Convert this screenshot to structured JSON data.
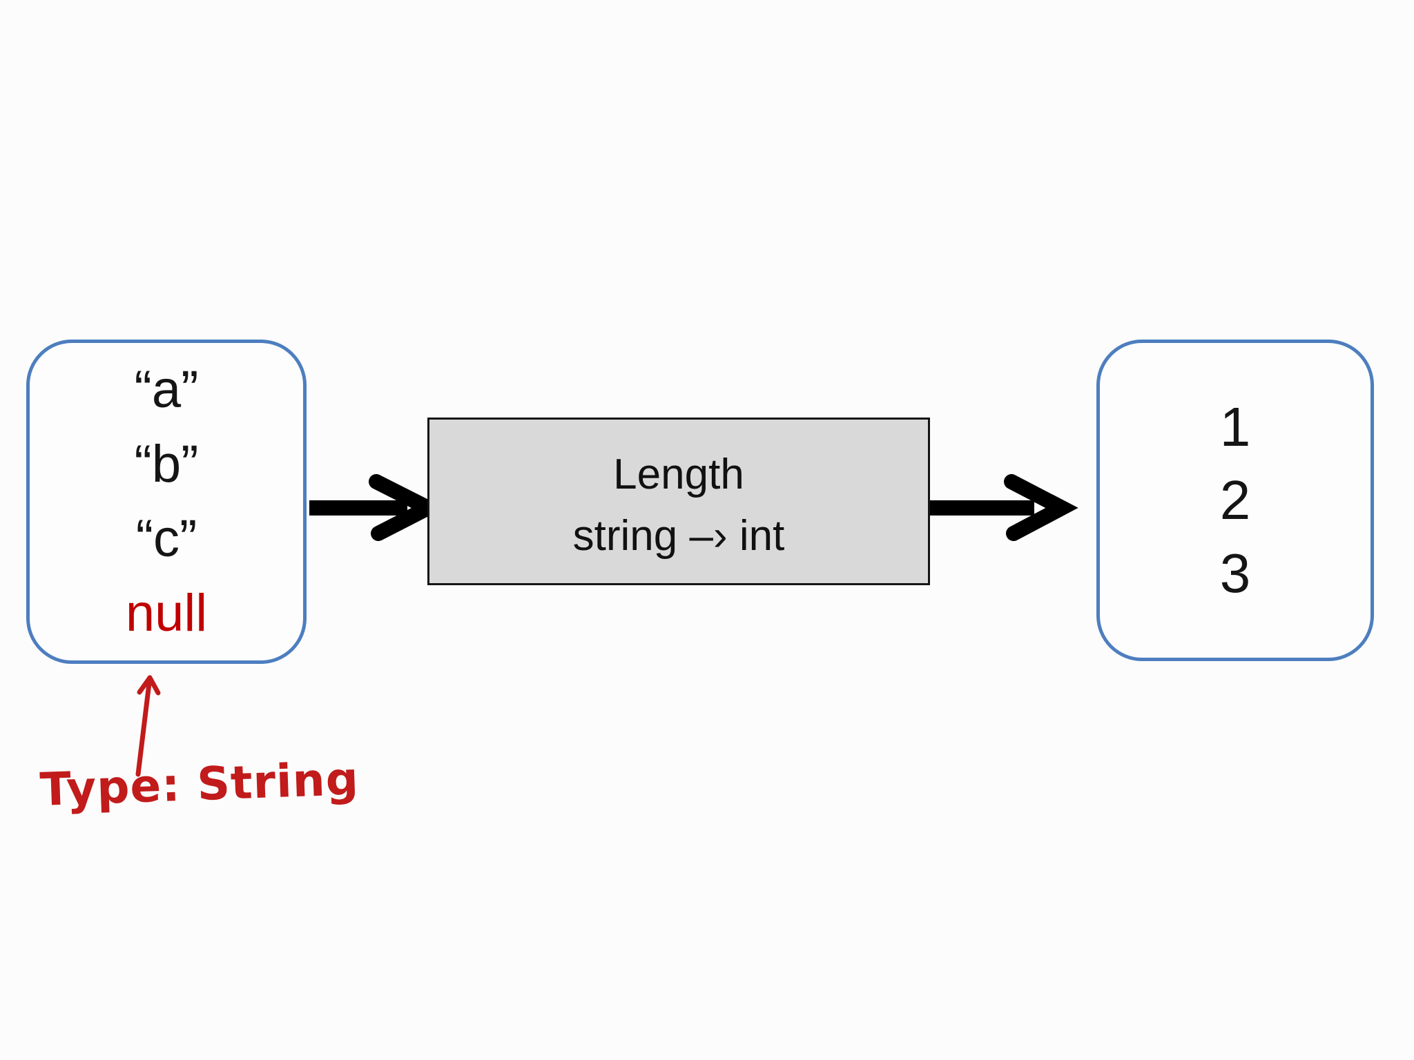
{
  "input_box": {
    "items": [
      {
        "text": "“a”",
        "is_null": false
      },
      {
        "text": "“b”",
        "is_null": false
      },
      {
        "text": "“c”",
        "is_null": false
      },
      {
        "text": "null",
        "is_null": true
      }
    ]
  },
  "process_box": {
    "name": "Length",
    "signature": "string –› int"
  },
  "output_box": {
    "items": [
      "1",
      "2",
      "3"
    ]
  },
  "annotation": {
    "text": "Type: String"
  },
  "colors": {
    "box_border_blue": "#4d7ebf",
    "process_fill": "#d9d9d9",
    "process_border": "#151515",
    "flow_arrow_black": "#000000",
    "null_red": "#c00000",
    "annotation_red": "#c11b1b",
    "background": "#fcfcfc"
  }
}
